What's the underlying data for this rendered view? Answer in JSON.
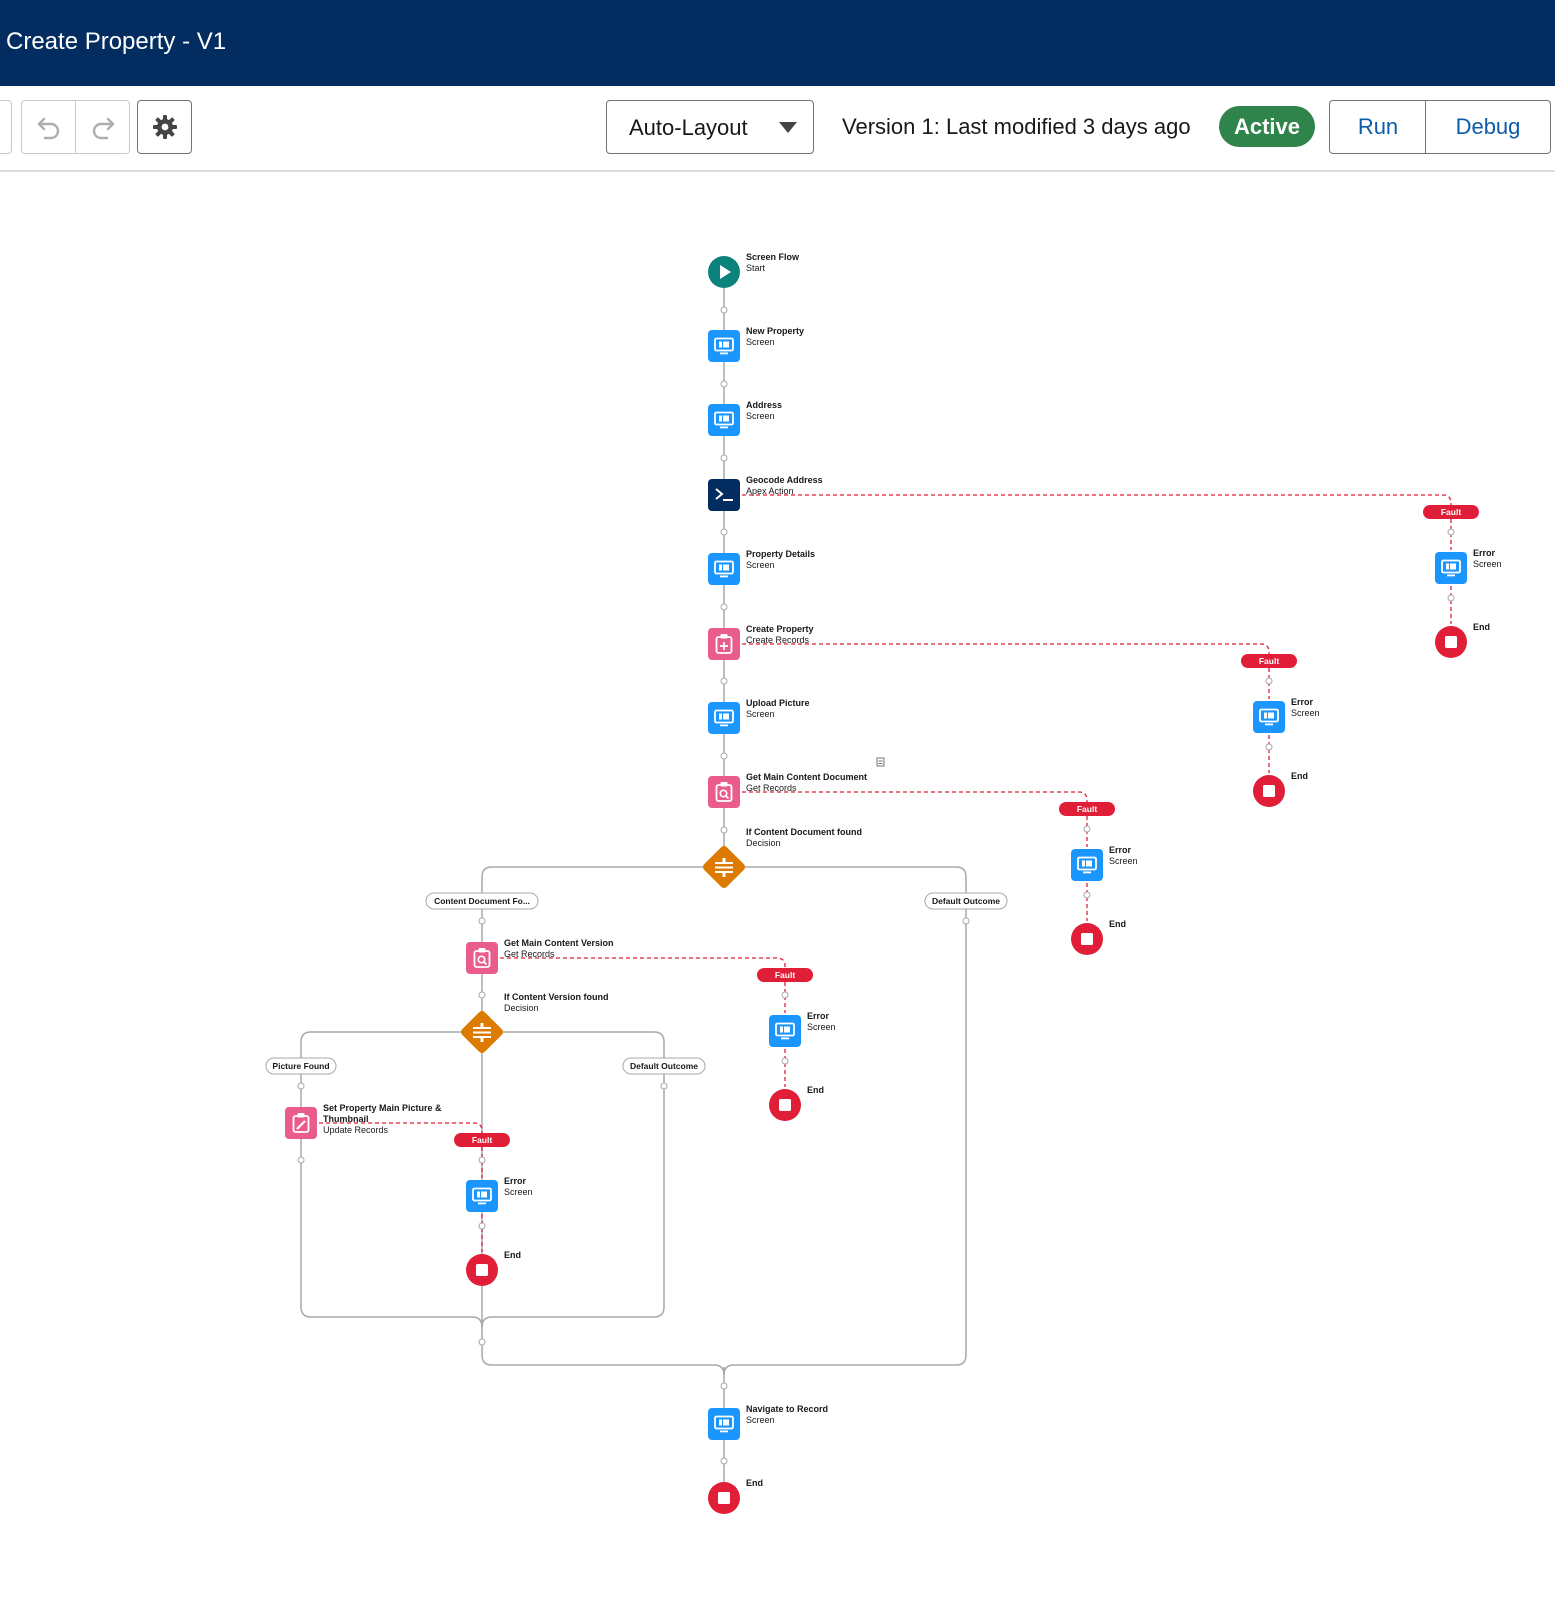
{
  "header": {
    "title": "Create Property - V1"
  },
  "toolbar": {
    "undo_icon": "undo-icon",
    "redo_icon": "redo-icon",
    "settings_icon": "gear-icon",
    "layout_value": "Auto-Layout",
    "version_text": "Version 1: Last modified 3 days ago",
    "status": "Active",
    "run_label": "Run",
    "debug_label": "Debug"
  },
  "colors": {
    "header": "#032d60",
    "active": "#2e844a",
    "screen": "#1b96ff",
    "records": "#ea5c8e",
    "decision": "#dd7a01",
    "start": "#0b827c",
    "apex": "#032d60",
    "fault": "#e01e37",
    "end": "#e01e37"
  },
  "flow": {
    "nodes": {
      "start": {
        "title": "Screen Flow",
        "subtitle": "Start"
      },
      "new_property": {
        "title": "New Property",
        "subtitle": "Screen"
      },
      "address": {
        "title": "Address",
        "subtitle": "Screen"
      },
      "geocode": {
        "title": "Geocode Address",
        "subtitle": "Apex Action"
      },
      "property_details": {
        "title": "Property Details",
        "subtitle": "Screen"
      },
      "create_property": {
        "title": "Create Property",
        "subtitle": "Create Records"
      },
      "upload_picture": {
        "title": "Upload Picture",
        "subtitle": "Screen"
      },
      "get_main_doc": {
        "title": "Get Main Content Document",
        "subtitle": "Get Records"
      },
      "if_doc_found": {
        "title": "If Content Document found",
        "subtitle": "Decision"
      },
      "get_main_version": {
        "title": "Get Main Content Version",
        "subtitle": "Get Records"
      },
      "if_version_found": {
        "title": "If Content Version found",
        "subtitle": "Decision"
      },
      "set_picture": {
        "title": "Set Property Main Picture &",
        "title2": "Thumbnail",
        "subtitle": "Update Records"
      },
      "navigate": {
        "title": "Navigate to Record",
        "subtitle": "Screen"
      },
      "end_main": {
        "title": "End"
      }
    },
    "faults": {
      "label": "Fault",
      "error_title": "Error",
      "error_subtitle": "Screen",
      "end_title": "End"
    },
    "outcomes": {
      "doc_found": "Content Document Fo...",
      "doc_default": "Default Outcome",
      "picture_found": "Picture Found",
      "version_default": "Default Outcome"
    }
  }
}
